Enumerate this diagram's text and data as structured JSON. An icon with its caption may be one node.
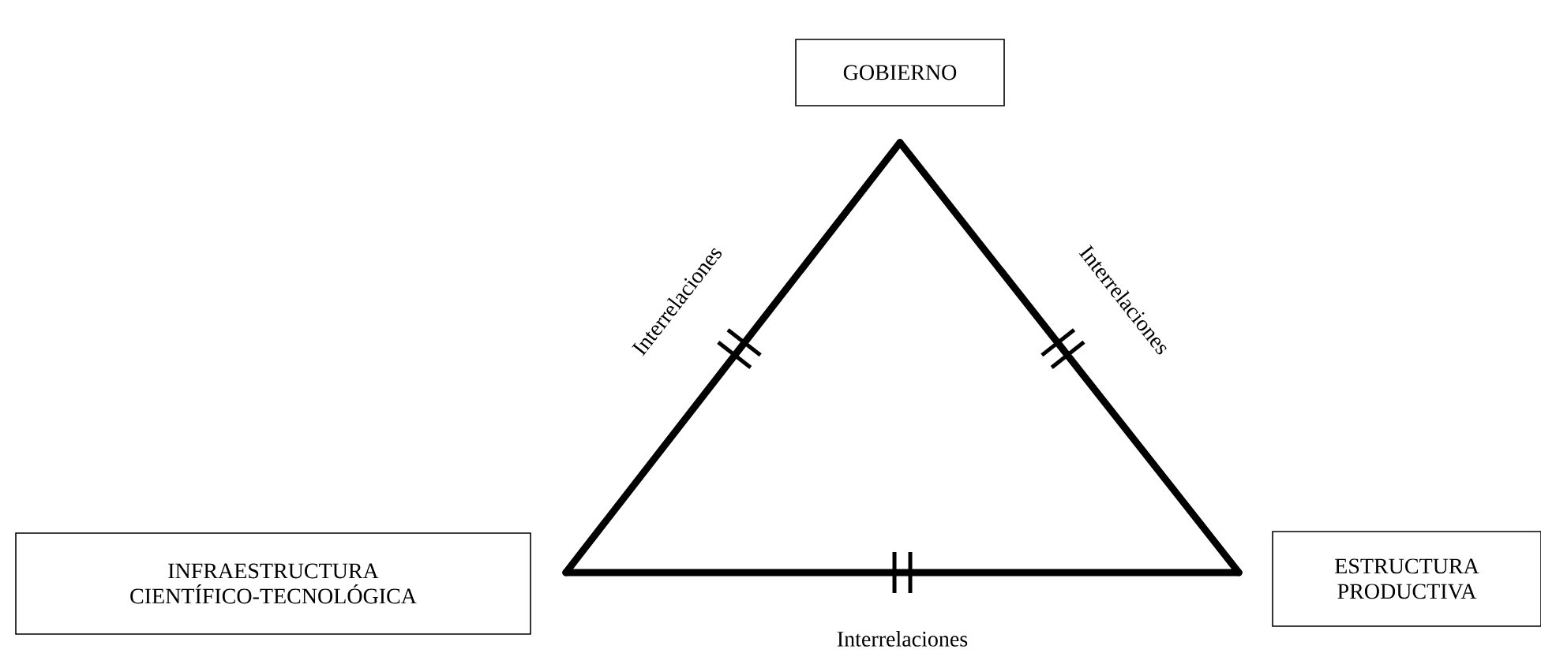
{
  "diagram": {
    "nodes": [
      {
        "text": [
          "GOBIERNO"
        ]
      },
      {
        "text": [
          "INFRAESTRUCTURA CIENTÍFICO-TECNOLÓGICA"
        ]
      },
      {
        "text": [
          "ESTRUCTURA PRODUCTIVA"
        ]
      }
    ],
    "edges": [
      {
        "from": 1,
        "to": 0,
        "arrow": "none",
        "label": "Interrelaciones"
      },
      {
        "from": 0,
        "to": 2,
        "arrow": "none",
        "label": "Interrelaciones"
      },
      {
        "from": 1,
        "to": 2,
        "arrow": "none",
        "label": "Interrelaciones"
      }
    ]
  }
}
